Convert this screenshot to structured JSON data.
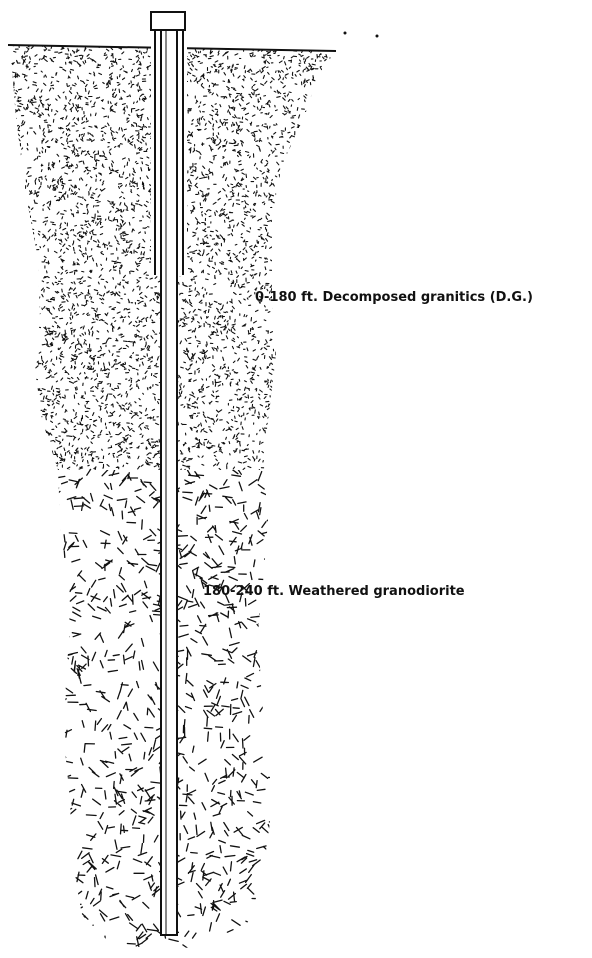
{
  "labels": {
    "dg": "0-180 ft. Decomposed granitics (D.G.)",
    "gd": "180-240 ft. Weathered granodiorite"
  },
  "colors": {
    "ink": "#111111",
    "background": "#ffffff"
  },
  "layers": [
    {
      "name": "Decomposed granitics (D.G.)",
      "from_ft": 0,
      "to_ft": 180,
      "texture": "fine-stipple"
    },
    {
      "name": "Weathered granodiorite",
      "from_ft": 180,
      "to_ft": 240,
      "texture": "coarse-dashes"
    }
  ]
}
